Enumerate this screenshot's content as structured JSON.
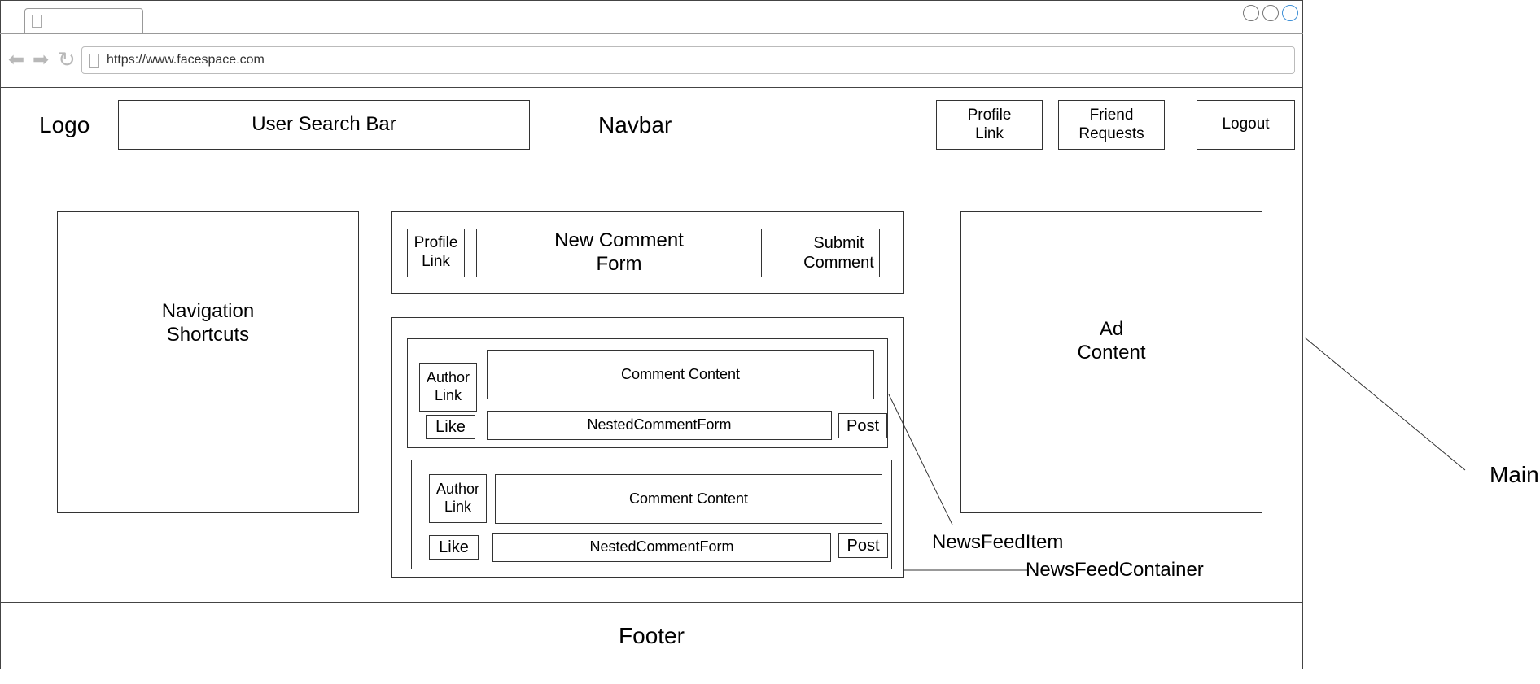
{
  "browser": {
    "url": "https://www.facespace.com",
    "icons": [
      "back-arrow-icon",
      "forward-arrow-icon",
      "reload-icon",
      "page-icon"
    ],
    "window_controls": [
      "circle-control-icon",
      "circle-control-icon",
      "circle-control-icon"
    ]
  },
  "navbar": {
    "logo": "Logo",
    "search_bar": "User Search Bar",
    "title": "Navbar",
    "profile_link": "Profile\nLink",
    "friend_requests": "Friend\nRequests",
    "logout": "Logout"
  },
  "main": {
    "nav_shortcuts": "Navigation\nShortcuts",
    "new_comment": {
      "profile_link": "Profile\nLink",
      "form": "New Comment\nForm",
      "submit": "Submit\nComment"
    },
    "feed_items": [
      {
        "author_link": "Author\nLink",
        "content": "Comment Content",
        "like": "Like",
        "nested_form": "NestedCommentForm",
        "post": "Post"
      },
      {
        "author_link": "Author\nLink",
        "content": "Comment Content",
        "like": "Like",
        "nested_form": "NestedCommentForm",
        "post": "Post"
      }
    ],
    "ad_content": "Ad\nContent"
  },
  "footer": {
    "label": "Footer"
  },
  "annotations": {
    "main": "Main",
    "news_feed_item": "NewsFeedItem",
    "news_feed_container": "NewsFeedContainer"
  },
  "colors": {
    "border": "#333333",
    "chrome_bg": "#f7f7f7",
    "icon_gray": "#b8b8b8",
    "control_blue": "#3d8fd6"
  }
}
